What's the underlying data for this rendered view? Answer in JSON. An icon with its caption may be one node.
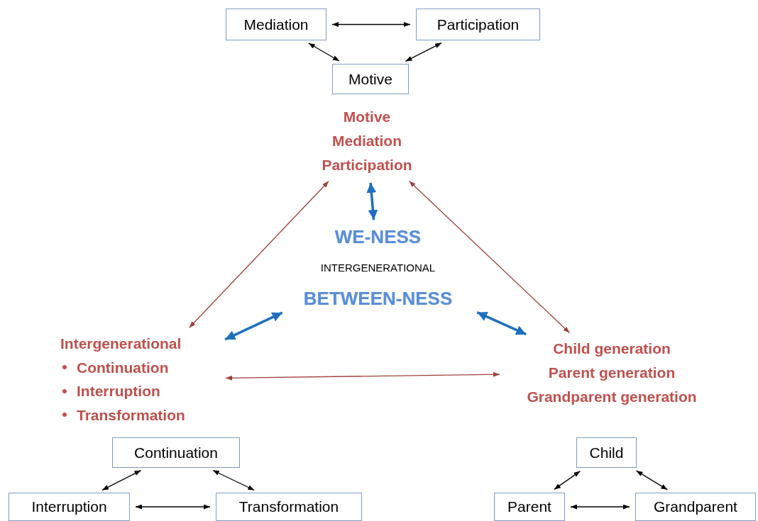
{
  "diagram": {
    "nodes": [
      {
        "text": [
          "Mediation"
        ]
      },
      {
        "text": [
          "Participation"
        ]
      },
      {
        "text": [
          "Motive"
        ]
      },
      {
        "text": [
          "Motive",
          "Mediation",
          "Participation"
        ]
      },
      {
        "text": [
          "WE-NESS",
          "INTERGENERATIONAL",
          "BETWEEN-NESS"
        ]
      },
      {
        "text": [
          "Intergenerational",
          "Continuation",
          "Interruption",
          "Transformation"
        ]
      },
      {
        "text": [
          "Child generation",
          "Parent generation",
          "Grandparent generation"
        ]
      },
      {
        "text": [
          "Continuation"
        ]
      },
      {
        "text": [
          "Interruption"
        ]
      },
      {
        "text": [
          "Transformation"
        ]
      },
      {
        "text": [
          "Child"
        ]
      },
      {
        "text": [
          "Parent"
        ]
      },
      {
        "text": [
          "Grandparent"
        ]
      }
    ],
    "edges": [
      {
        "from": 0,
        "to": 1,
        "arrow": "both"
      },
      {
        "from": 0,
        "to": 2,
        "arrow": "both"
      },
      {
        "from": 2,
        "to": 1,
        "arrow": "both"
      },
      {
        "from": 3,
        "to": 4,
        "arrow": "both",
        "style": "thick",
        "color": "#1f6fbf"
      },
      {
        "from": 3,
        "to": 5,
        "arrow": "both",
        "color": "#a0403c"
      },
      {
        "from": 3,
        "to": 6,
        "arrow": "both",
        "color": "#a0403c"
      },
      {
        "from": 4,
        "to": 5,
        "arrow": "both",
        "style": "thick",
        "color": "#1f6fbf"
      },
      {
        "from": 4,
        "to": 6,
        "arrow": "both",
        "style": "thick",
        "color": "#1f6fbf"
      },
      {
        "from": 5,
        "to": 6,
        "arrow": "both",
        "color": "#a0403c"
      },
      {
        "from": 7,
        "to": 8,
        "arrow": "both"
      },
      {
        "from": 7,
        "to": 9,
        "arrow": "both"
      },
      {
        "from": 8,
        "to": 9,
        "arrow": "both"
      },
      {
        "from": 10,
        "to": 11,
        "arrow": "both"
      },
      {
        "from": 10,
        "to": 12,
        "arrow": "both"
      },
      {
        "from": 11,
        "to": 12,
        "arrow": "both"
      }
    ]
  }
}
